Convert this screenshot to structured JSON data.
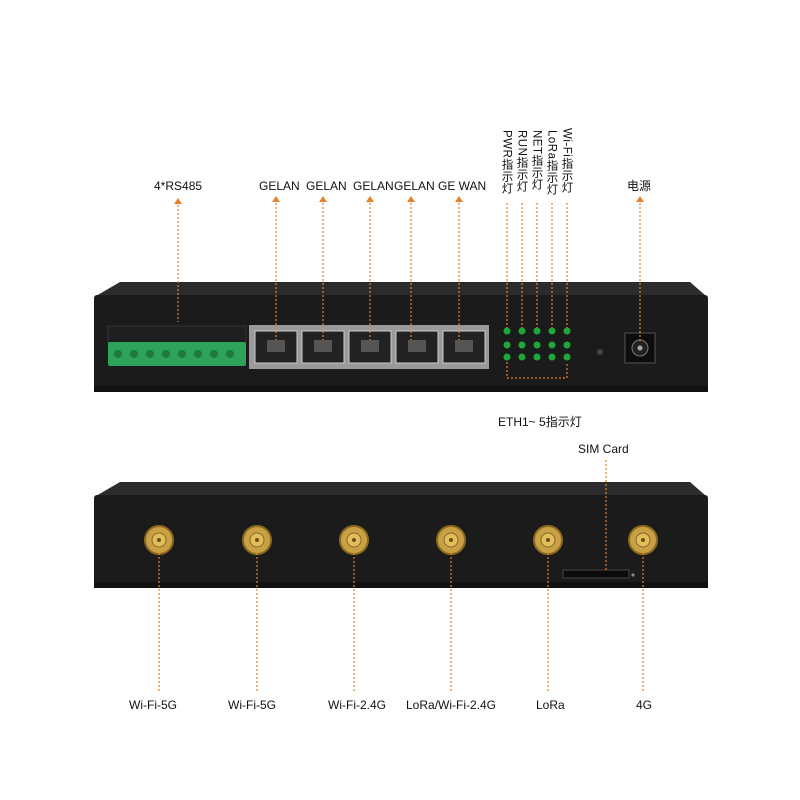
{
  "front_labels": {
    "rs485": "4*RS485",
    "gelan_1": "GELAN",
    "gelan_2": "GELAN",
    "gelan_3": "GELAN",
    "gelan_4": "GELAN",
    "ge_wan": "GE WAN",
    "pwr_led": "PWR指示灯",
    "run_led": "RUN指示灯",
    "net_led": "NET指示灯",
    "lora_led": "LoRa指示灯",
    "wifi_led": "Wi-Fi指示灯",
    "power": "电源",
    "eth_leds": "ETH1~ 5指示灯"
  },
  "back_labels": {
    "sim_card": "SIM Card",
    "antenna_1": "Wi-Fi-5G",
    "antenna_2": "Wi-Fi-5G",
    "antenna_3": "Wi-Fi-2.4G",
    "antenna_4": "LoRa/Wi-Fi-2.4G",
    "antenna_5": "LoRa",
    "antenna_6": "4G"
  },
  "colors": {
    "leader_line": "#e8822a",
    "device_body": "#1b1b1b",
    "terminal_block": "#2fa35a",
    "antenna_gold": "#c9a043",
    "led_green": "#1fa83a"
  }
}
